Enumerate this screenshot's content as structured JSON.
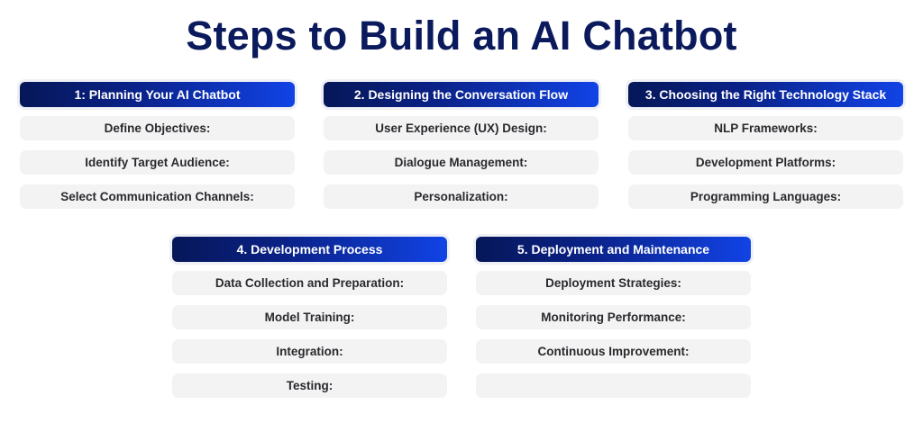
{
  "title": "Steps to Build an AI Chatbot",
  "colors": {
    "title": "#0b1a5c",
    "header_gradient_start": "#061758",
    "header_gradient_end": "#1143e6",
    "item_background": "#f3f3f4",
    "item_text": "#2a2a2e"
  },
  "steps": [
    {
      "header": "1: Planning Your AI Chatbot",
      "items": [
        "Define Objectives:",
        "Identify Target Audience:",
        "Select Communication Channels:"
      ]
    },
    {
      "header": "2. Designing the Conversation Flow",
      "items": [
        "User Experience (UX) Design:",
        "Dialogue Management:",
        "Personalization:"
      ]
    },
    {
      "header": "3. Choosing the Right Technology Stack",
      "items": [
        "NLP Frameworks:",
        "Development Platforms:",
        "Programming Languages:"
      ]
    },
    {
      "header": "4. Development Process",
      "items": [
        "Data Collection and Preparation:",
        "Model Training:",
        "Integration:",
        "Testing:"
      ]
    },
    {
      "header": "5. Deployment and Maintenance",
      "items": [
        "Deployment Strategies:",
        "Monitoring Performance:",
        "Continuous Improvement:",
        ""
      ]
    }
  ]
}
